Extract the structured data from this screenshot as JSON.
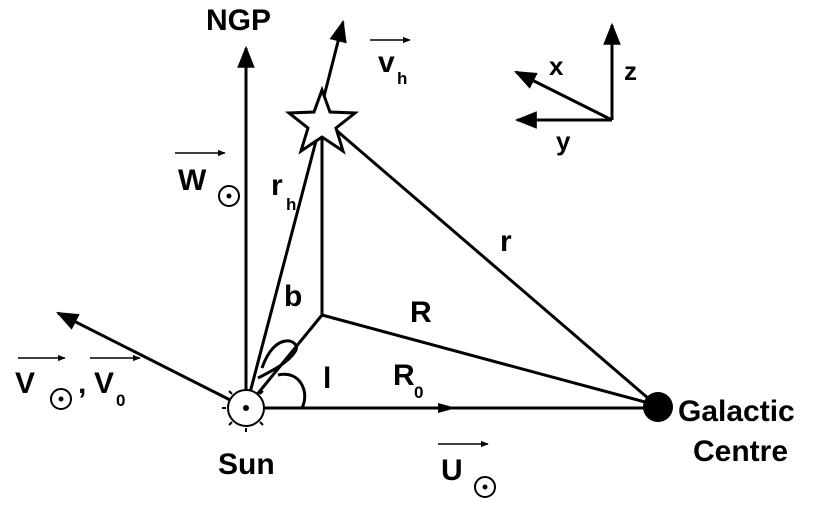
{
  "diagram": {
    "labels": {
      "ngp": "NGP",
      "v_h": "v",
      "v_h_sub": "h",
      "w_sun": "W",
      "r_h": "r",
      "r_h_sub": "h",
      "b": "b",
      "R": "R",
      "r": "r",
      "l": "l",
      "R0": "R",
      "R0_sub": "0",
      "V_sun": "V",
      "comma": ",",
      "V0": "V",
      "V0_sub": "0",
      "sun": "Sun",
      "galactic_centre_line1": "Galactic",
      "galactic_centre_line2": "Centre",
      "u_sun": "U",
      "axis_x": "x",
      "axis_y": "y",
      "axis_z": "z"
    },
    "colors": {
      "ink": "#000000",
      "background": "#ffffff"
    }
  }
}
